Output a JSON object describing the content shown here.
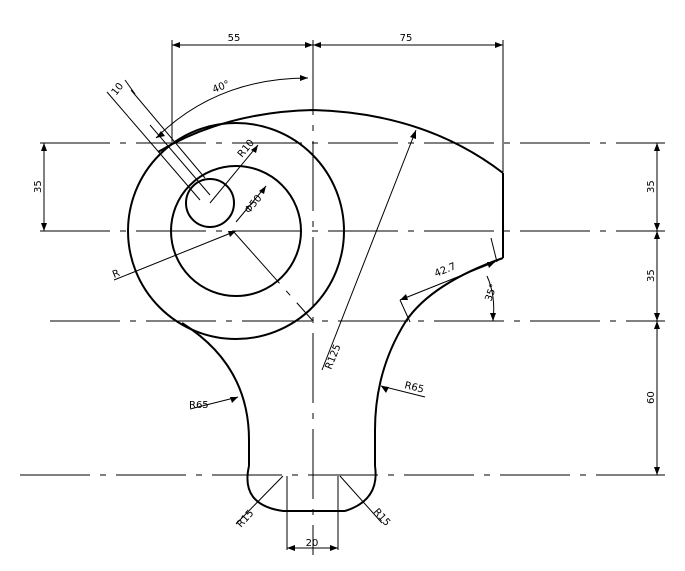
{
  "dimensions": {
    "width_55": "55",
    "width_75": "75",
    "angle_40": "40°",
    "offset_10": "10",
    "radius_r10": "R10",
    "dia_50": "Φ50",
    "radius_r": "R",
    "height_35_left": "35",
    "height_35_right_top": "35",
    "height_35_right_mid": "35",
    "height_60": "60",
    "length_42_7": "42.7",
    "angle_35": "35°",
    "radius_r125": "R125",
    "radius_r65_left": "R65",
    "radius_r65_right": "R65",
    "radius_r15_left": "R15",
    "radius_r15_right": "R15",
    "width_20": "20"
  }
}
